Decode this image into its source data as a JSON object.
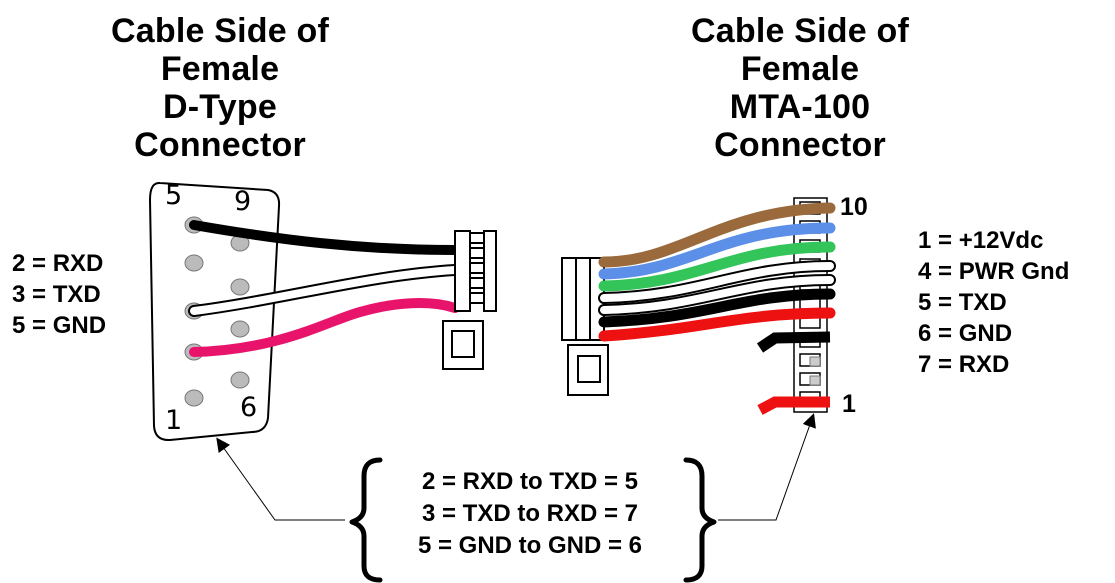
{
  "left_connector": {
    "title_lines": [
      "Cable Side of",
      "Female",
      "D-Type",
      "Connector"
    ],
    "pin_labels": {
      "top_left": "5",
      "top_right": "9",
      "bottom_left": "1",
      "bottom_right": "6"
    },
    "pin_list": [
      "2 = RXD",
      "3 = TXD",
      "5 = GND"
    ]
  },
  "right_connector": {
    "title_lines": [
      "Cable Side of",
      "Female",
      "MTA-100",
      "Connector"
    ],
    "pin_labels": {
      "top": "10",
      "bottom": "1"
    },
    "pin_list": [
      "1 = +12Vdc",
      "4 = PWR Gnd",
      "5 = TXD",
      "6 = GND",
      "7 = RXD"
    ]
  },
  "connections": [
    "2 = RXD to TXD = 5",
    "3 = TXD to RXD = 7",
    "5 = GND to GND = 6"
  ],
  "wire_colors": {
    "black": "#000000",
    "white": "#ffffff",
    "pink": "#e8146c",
    "brown": "#9a6a3c",
    "blue": "#5b8fe8",
    "green": "#33c45a",
    "red": "#ee1111",
    "outline": "#000000"
  }
}
